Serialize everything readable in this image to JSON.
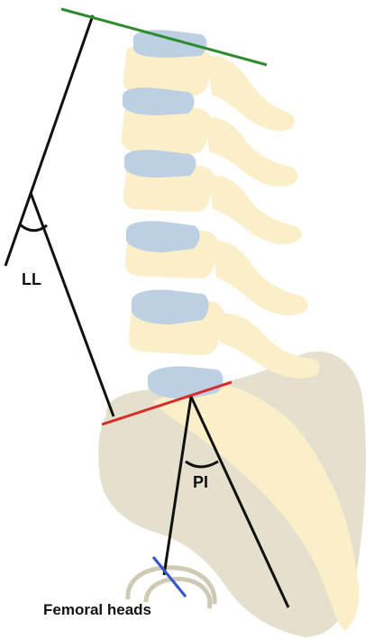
{
  "labels": {
    "lumbar_lordosis": "LL",
    "pelvic_incidence": "PI",
    "femoral_heads": "Femoral heads"
  },
  "colors": {
    "bone": "#faefc9",
    "disc": "#bccfe3",
    "pelvis": "#e4e0cd",
    "pelvis_outline": "#cfcab4",
    "line_black": "#111111",
    "line_superior_endplate": "#2e8b2e",
    "line_sacral_endplate": "#d92b2b",
    "line_femoral_axis": "#3355cc"
  }
}
